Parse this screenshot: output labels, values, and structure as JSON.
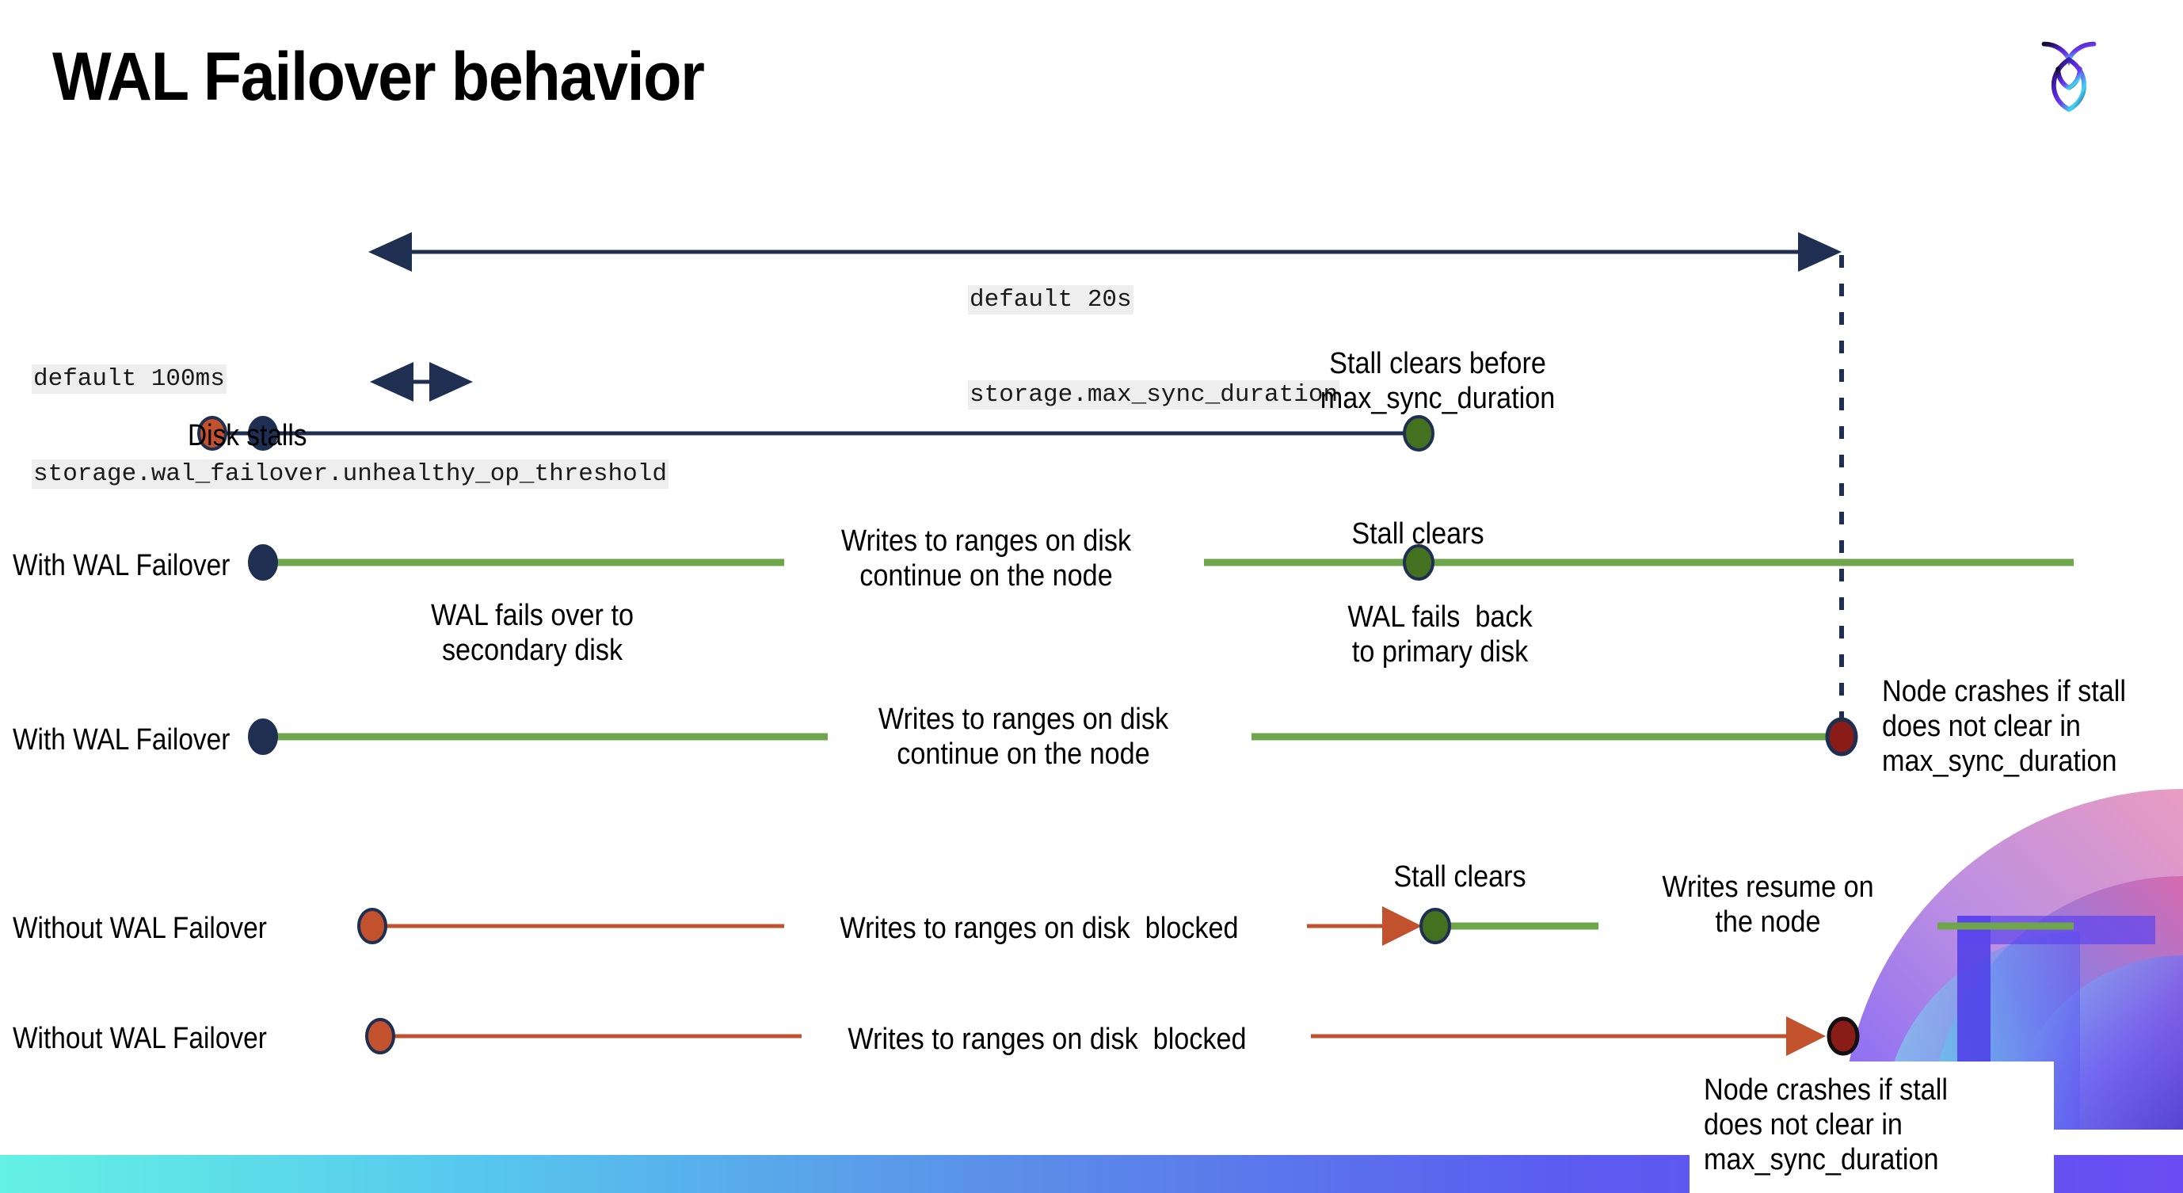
{
  "slide": {
    "title": "WAL Failover behavior",
    "logo_name": "cockroachdb-logo"
  },
  "settings": {
    "max_sync_duration": {
      "default_label": "default 20s",
      "setting_name": "storage.max_sync_duration"
    },
    "unhealthy_op_threshold": {
      "default_label": "default 100ms",
      "setting_name": "storage.wal_failover.unhealthy_op_threshold"
    }
  },
  "rows": {
    "disk_stalls": {
      "label": "Disk stalls",
      "note_clear": "Stall clears before\nmax_sync_duration"
    },
    "with_failover_clears": {
      "label": "With WAL Failover",
      "note_writes": "Writes to ranges on disk\ncontinue on the node",
      "note_stall_clears": "Stall clears",
      "note_failover": "WAL fails over to\nsecondary disk",
      "note_failback": "WAL fails  back\nto primary disk"
    },
    "with_failover_crash": {
      "label": "With WAL Failover",
      "note_writes": "Writes to ranges on disk\ncontinue on the node",
      "note_crash": "Node crashes if stall\ndoes not clear in\nmax_sync_duration"
    },
    "without_failover_clears": {
      "label": "Without WAL Failover",
      "note_blocked": "Writes to ranges on disk  blocked",
      "note_stall_clears": "Stall clears",
      "note_resume": "Writes resume on\nthe node"
    },
    "without_failover_crash": {
      "label": "Without WAL Failover",
      "note_blocked": "Writes to ranges on disk  blocked",
      "note_crash": "Node crashes if stall\ndoes not clear in\nmax_sync_duration"
    }
  },
  "colors": {
    "navy": "#1f2f51",
    "green_line": "#6fa64c",
    "green_dot": "#43711f",
    "orange": "#c2512d",
    "dark_red": "#8a1c17",
    "code_highlight": "#eeeeee"
  }
}
